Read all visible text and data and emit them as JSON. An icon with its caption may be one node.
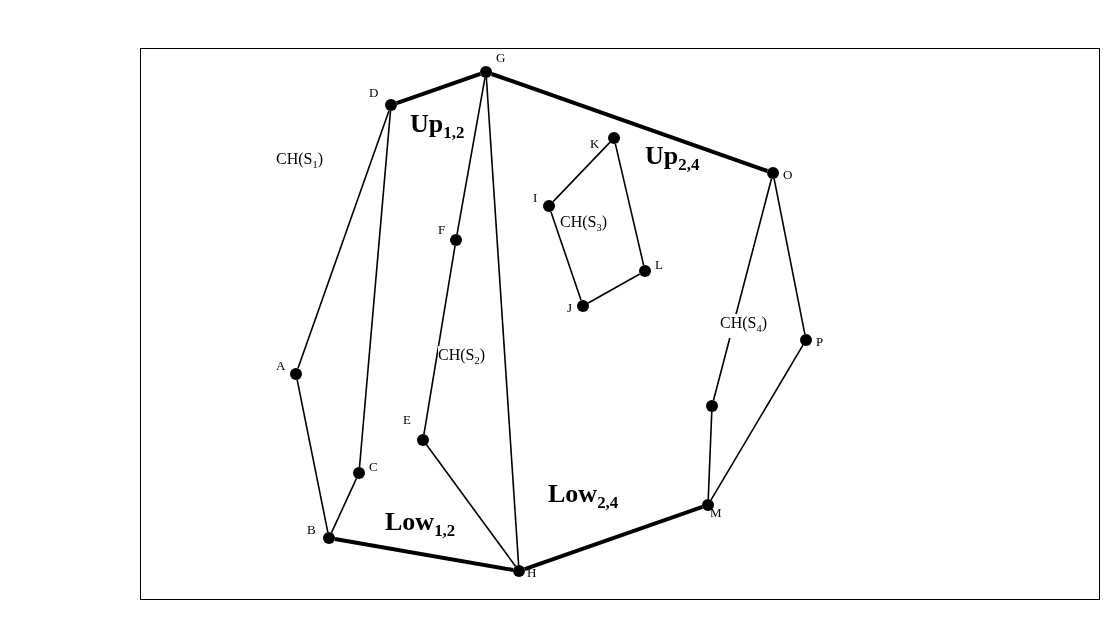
{
  "diagram": {
    "nodes": [
      {
        "text": [
          "G"
        ]
      },
      {
        "text": [
          "D"
        ]
      },
      {
        "text": [
          "K"
        ]
      },
      {
        "text": [
          "O"
        ]
      },
      {
        "text": [
          "I"
        ]
      },
      {
        "text": [
          "F"
        ]
      },
      {
        "text": [
          "L"
        ]
      },
      {
        "text": [
          "J"
        ]
      },
      {
        "text": [
          "P"
        ]
      },
      {
        "text": [
          "A"
        ]
      },
      {
        "text": [],
        "shape": "circle"
      },
      {
        "text": [
          "E"
        ]
      },
      {
        "text": [
          "C"
        ]
      },
      {
        "text": [
          "M"
        ]
      },
      {
        "text": [
          "B"
        ]
      },
      {
        "text": [
          "H"
        ]
      }
    ],
    "edges": [
      {
        "from": 1,
        "to": 9,
        "arrow": "none"
      },
      {
        "from": 9,
        "to": 14,
        "arrow": "none"
      },
      {
        "from": 14,
        "to": 12,
        "arrow": "none"
      },
      {
        "from": 12,
        "to": 1,
        "arrow": "none"
      },
      {
        "from": 0,
        "to": 5,
        "arrow": "none"
      },
      {
        "from": 5,
        "to": 11,
        "arrow": "none"
      },
      {
        "from": 11,
        "to": 15,
        "arrow": "none"
      },
      {
        "from": 15,
        "to": 0,
        "arrow": "none"
      },
      {
        "from": 2,
        "to": 4,
        "arrow": "none"
      },
      {
        "from": 4,
        "to": 7,
        "arrow": "none"
      },
      {
        "from": 7,
        "to": 6,
        "arrow": "none"
      },
      {
        "from": 6,
        "to": 2,
        "arrow": "none"
      },
      {
        "from": 3,
        "to": 10,
        "arrow": "none"
      },
      {
        "from": 10,
        "to": 13,
        "arrow": "none"
      },
      {
        "from": 13,
        "to": 8,
        "arrow": "none"
      },
      {
        "from": 8,
        "to": 3,
        "arrow": "none"
      },
      {
        "from": 1,
        "to": 0,
        "arrow": "none",
        "style": "thick",
        "label": "Up$_{1,2}$"
      },
      {
        "from": 0,
        "to": 3,
        "arrow": "none",
        "style": "thick",
        "label": "Up$_{2,4}$"
      },
      {
        "from": 14,
        "to": 15,
        "arrow": "none",
        "style": "thick",
        "label": "Low$_{1,2}$"
      },
      {
        "from": 15,
        "to": 13,
        "arrow": "none",
        "style": "thick",
        "label": "Low$_{2,4}$"
      }
    ],
    "labels": [
      "CH(S$_{1}$)",
      "CH(S$_{3}$)",
      "CH(S$_{4}$)",
      "CH(S$_{2}$)"
    ]
  }
}
